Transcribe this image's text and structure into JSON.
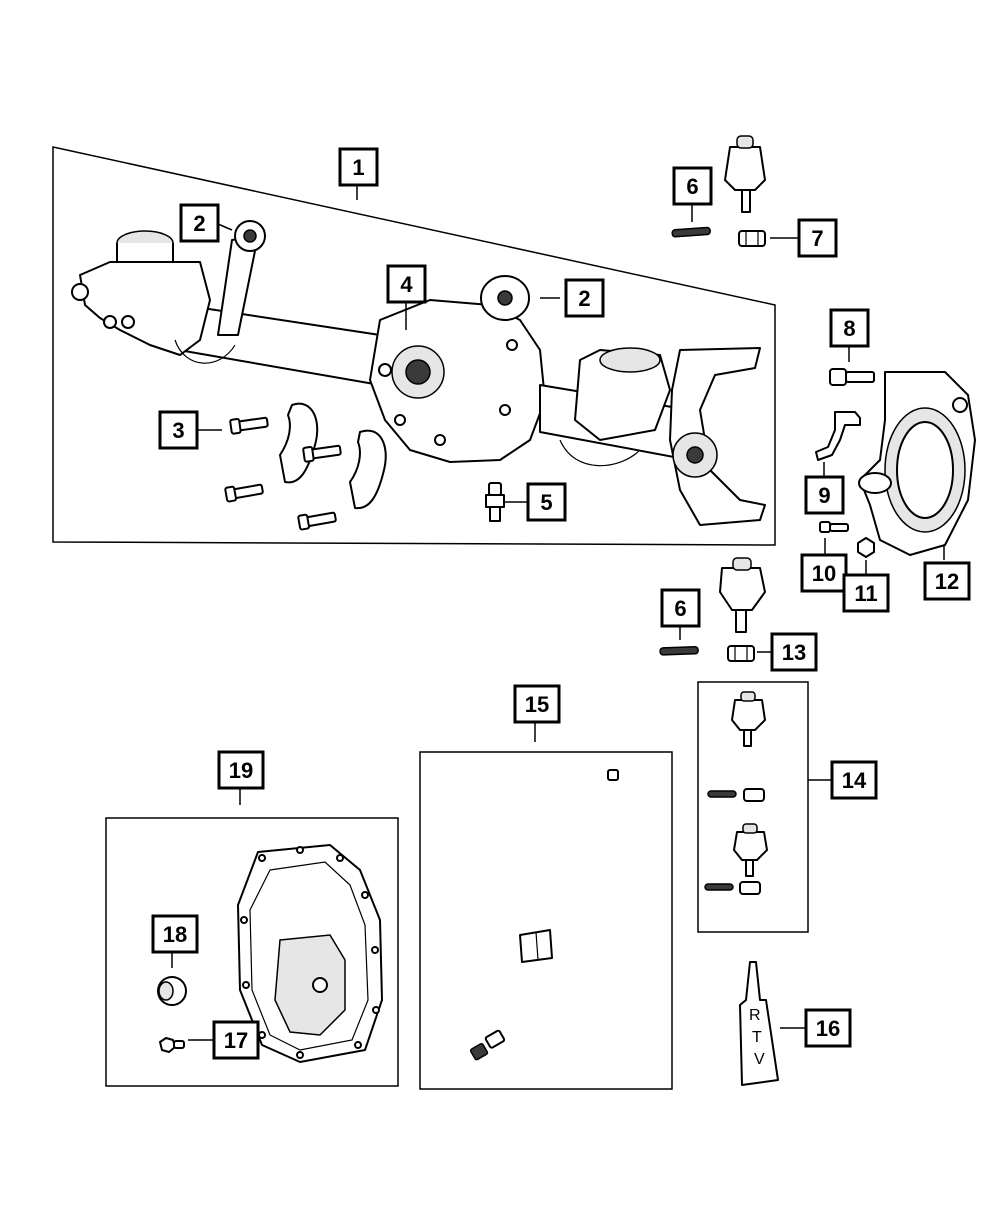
{
  "callouts": {
    "c1": "1",
    "c2a": "2",
    "c2b": "2",
    "c3": "3",
    "c4": "4",
    "c5": "5",
    "c6a": "6",
    "c6b": "6",
    "c7": "7",
    "c8": "8",
    "c9": "9",
    "c10": "10",
    "c11": "11",
    "c12": "12",
    "c13": "13",
    "c14": "14",
    "c15": "15",
    "c16": "16",
    "c17": "17",
    "c18": "18",
    "c19": "19"
  },
  "tube_label": {
    "r": "R",
    "t": "T",
    "v": "V"
  }
}
